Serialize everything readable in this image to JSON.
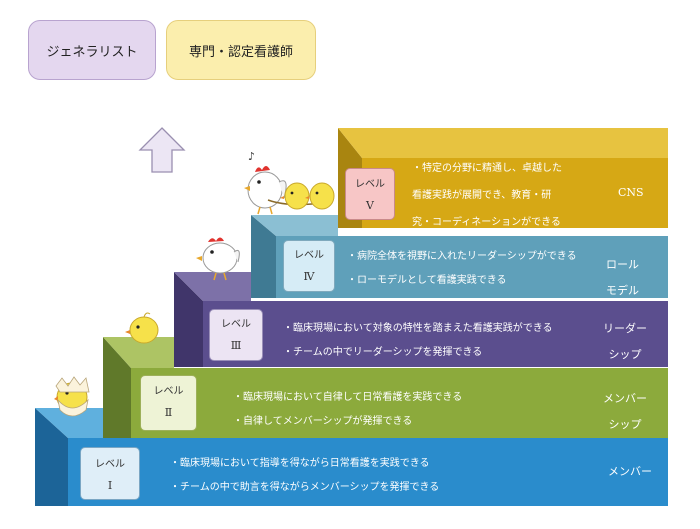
{
  "tags": {
    "generalist": "ジェネラリスト",
    "specialist": "専門・認定看護師"
  },
  "levels": [
    {
      "label": "レベル",
      "numeral": "Ⅰ",
      "desc1": "・臨床現場において指導を得ながら日常看護を実践できる",
      "desc2": "・チームの中で助言を得ながらメンバーシップを発揮できる",
      "role1": "メンバー",
      "role2": ""
    },
    {
      "label": "レベル",
      "numeral": "Ⅱ",
      "desc1": "・臨床現場において自律して日常看護を実践できる",
      "desc2": "・自律してメンバーシップが発揮できる",
      "role1": "メンバー",
      "role2": "シップ"
    },
    {
      "label": "レベル",
      "numeral": "Ⅲ",
      "desc1": "・臨床現場において対象の特性を踏まえた看護実践ができる",
      "desc2": "・チームの中でリーダーシップを発揮できる",
      "role1": "リーダー",
      "role2": "シップ"
    },
    {
      "label": "レベル",
      "numeral": "Ⅳ",
      "desc1": "・病院全体を視野に入れたリーダーシップができる",
      "desc2": "・ローモデルとして看護実践できる",
      "role1": "ロール",
      "role2": "モデル"
    },
    {
      "label": "レベル",
      "numeral": "Ⅴ",
      "desc1": "・特定の分野に精通し、卓越した",
      "desc2": "看護実践が展開でき、教育・研",
      "desc3": "究・コーディネーションができる",
      "role1": "CNS",
      "role2": ""
    }
  ],
  "colors": {
    "step1": "#2a8ccc",
    "step2": "#8caa3c",
    "step3": "#5b4e8e",
    "step4": "#5fa0ba",
    "step5": "#d6a815",
    "arrow": "#ece6f4",
    "badge5": "#f7c6c6",
    "badge4": "#d6ecf6",
    "badge3": "#ece4f3",
    "badge2": "#eef3d6",
    "badge1": "#dfeef8"
  },
  "icons": [
    "up-arrow-icon",
    "hatching-chick-icon",
    "chick-icon",
    "hen-icon",
    "rooster-with-chicks-icon"
  ]
}
